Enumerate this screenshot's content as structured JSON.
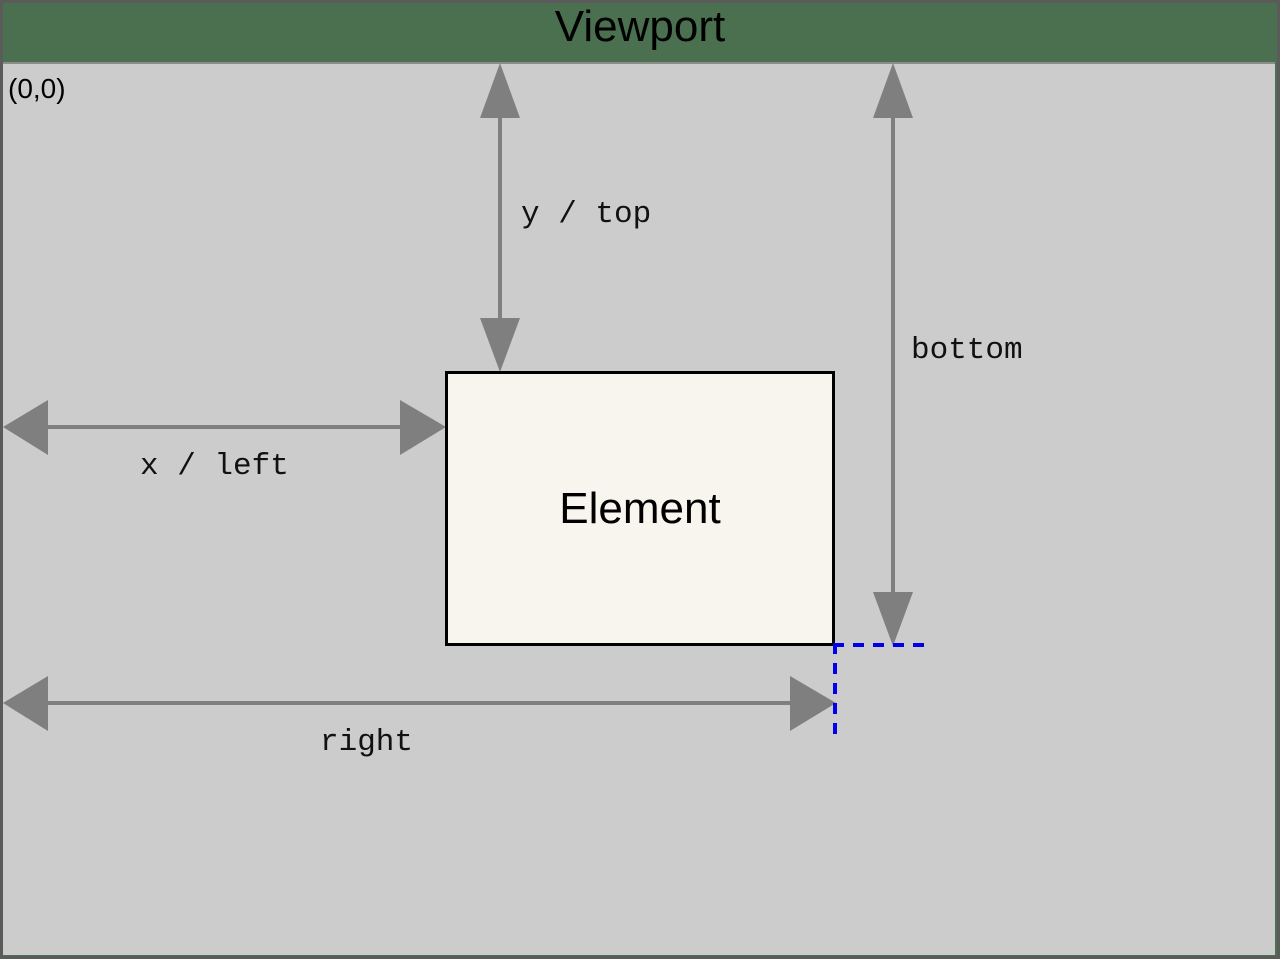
{
  "diagram": {
    "title": "Viewport",
    "origin_label": "(0,0)",
    "element_label": "Element",
    "colors": {
      "header_band": "#4a7050",
      "viewport_fill": "#cccccc",
      "element_fill": "#f8f4ee",
      "element_border": "#000000",
      "arrow": "#7f7f7f",
      "guide_dashed": "#0000ee",
      "frame": "#5b5b5b",
      "text": "#000000"
    },
    "measurements": [
      {
        "id": "y-top",
        "label": "y / top",
        "orientation": "vertical",
        "from": "viewport top edge",
        "to": "element top edge",
        "arrowheads": "both"
      },
      {
        "id": "x-left",
        "label": "x / left",
        "orientation": "horizontal",
        "from": "viewport left edge",
        "to": "element left edge",
        "arrowheads": "both"
      },
      {
        "id": "bottom",
        "label": "bottom",
        "orientation": "vertical",
        "from": "viewport top edge",
        "to": "element bottom edge",
        "arrowheads": "both"
      },
      {
        "id": "right",
        "label": "right",
        "orientation": "horizontal",
        "from": "viewport left edge",
        "to": "element right edge",
        "arrowheads": "both"
      }
    ],
    "guides": [
      {
        "id": "bottom-guide",
        "orientation": "horizontal",
        "style": "dashed",
        "describes": "element bottom edge extended right"
      },
      {
        "id": "right-guide",
        "orientation": "vertical",
        "style": "dashed",
        "describes": "element right edge extended down"
      }
    ]
  }
}
